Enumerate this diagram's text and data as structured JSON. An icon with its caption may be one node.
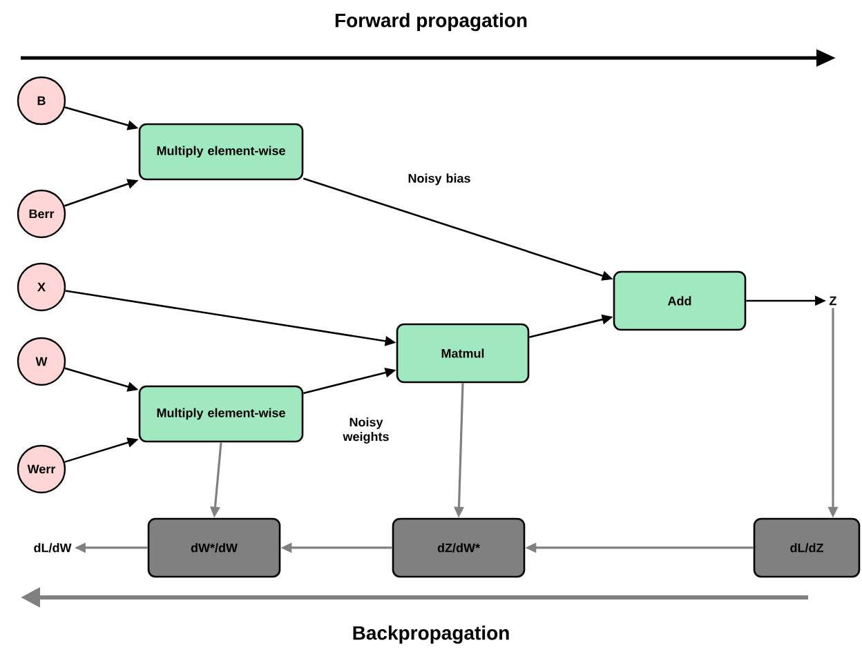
{
  "diagram": {
    "nodes": [
      {
        "text": [
          "B"
        ]
      },
      {
        "text": [
          "Berr"
        ]
      },
      {
        "text": [
          "X"
        ]
      },
      {
        "text": [
          "W"
        ]
      },
      {
        "text": [
          "Werr"
        ]
      },
      {
        "text": [
          "Multiply element-wise"
        ]
      },
      {
        "text": [
          "Multiply element-wise"
        ]
      },
      {
        "text": [
          "Matmul"
        ]
      },
      {
        "text": [
          "Add"
        ]
      },
      {
        "text": [
          "Z"
        ]
      },
      {
        "text": [
          "dL/dZ"
        ]
      },
      {
        "text": [
          "dZ/dW*"
        ]
      },
      {
        "text": [
          "dW*/dW"
        ]
      },
      {
        "text": [
          "dL/dW"
        ]
      }
    ],
    "edges": [
      {
        "from": 0,
        "to": 5,
        "arrow": "to"
      },
      {
        "from": 1,
        "to": 5,
        "arrow": "to"
      },
      {
        "from": 5,
        "to": 8,
        "arrow": "to",
        "label": "Noisy bias"
      },
      {
        "from": 2,
        "to": 7,
        "arrow": "to"
      },
      {
        "from": 3,
        "to": 6,
        "arrow": "to"
      },
      {
        "from": 4,
        "to": 6,
        "arrow": "to"
      },
      {
        "from": 6,
        "to": 7,
        "arrow": "to",
        "label": "Noisy weights"
      },
      {
        "from": 7,
        "to": 8,
        "arrow": "to"
      },
      {
        "from": 8,
        "to": 9,
        "arrow": "to"
      },
      {
        "from": 9,
        "to": 10,
        "arrow": "to",
        "color": "#808080"
      },
      {
        "from": 10,
        "to": 11,
        "arrow": "to",
        "color": "#808080"
      },
      {
        "from": 11,
        "to": 12,
        "arrow": "to",
        "color": "#808080"
      },
      {
        "from": 12,
        "to": 13,
        "arrow": "to",
        "color": "#808080"
      },
      {
        "from": 6,
        "to": 12,
        "arrow": "to",
        "color": "#808080"
      },
      {
        "from": 7,
        "to": 11,
        "arrow": "to",
        "color": "#808080"
      }
    ],
    "labels": [
      "Forward propagation",
      "Backpropagation"
    ]
  }
}
